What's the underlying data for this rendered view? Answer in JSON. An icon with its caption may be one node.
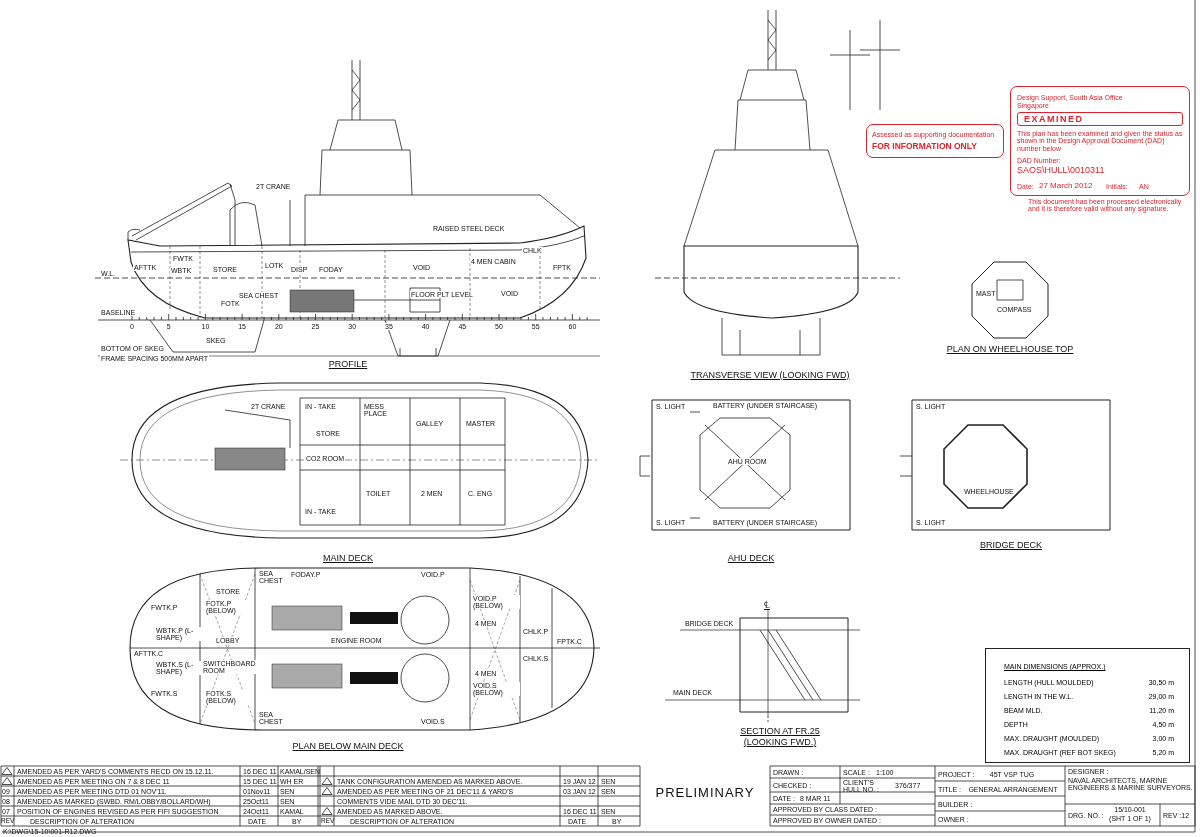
{
  "diagram": {
    "nodes": [
      {
        "text": [
          "Assessed as supporting documentation",
          "FOR INFORMATION ONLY"
        ]
      },
      {
        "text": [
          "Design Support, South Asia Office",
          "Singapore",
          "This plan has been examined and given the status as shown in the Design Approval Document (DAD) number below",
          "DAD Number:",
          "SAOS\\HULL\\0010311",
          "Date:",
          "27 March 2012",
          "Initials:",
          "AN"
        ],
        "beside": [
          "This document has been processed electronically and it is therefore valid without any signature."
        ]
      },
      {
        "text": [
          "EXAMINED"
        ],
        "in": 1
      },
      {
        "text": [
          "MAIN DIMENSIONS (APPROX.)",
          "LENGTH (HULL MOULDED)",
          "30,50 m",
          "LENGTH IN THE W.L.",
          "29,00 m",
          "BEAM MLD.",
          "11,20 m",
          "DEPTH",
          "4,50 m",
          "MAX. DRAUGHT (MOULDED)",
          "3,00 m",
          "MAX. DRAUGHT (REF BOT SKEG)",
          "5,20 m"
        ]
      }
    ],
    "labels": [
      "2T CRANE",
      "RAISED STEEL DECK",
      "AFTTK",
      "FWTK",
      "WBTK",
      "STORE",
      "LOTK",
      "DISP",
      "FODAY",
      "VOID",
      "4 MEN CABIN",
      "CHLK",
      "FPTK",
      "W.L.",
      "FOTK",
      "SEA CHEST",
      "FLOOR PLT LEVEL",
      "VOID",
      "BASELINE",
      "0",
      "5",
      "10",
      "15",
      "20",
      "25",
      "30",
      "35",
      "40",
      "45",
      "50",
      "55",
      "60",
      "SKEG",
      "BOTTOM OF SKEG",
      "FRAME SPACING 500MM APART",
      "PROFILE",
      "2T CRANE",
      "IN - TAKE",
      "MESS PLACE",
      "GALLEY",
      "MASTER",
      "STORE",
      "CO2 ROOM",
      "TOILET",
      "2 MEN",
      "C. ENG",
      "IN - TAKE",
      "MAIN DECK",
      "SEA CHEST",
      "FODAY.P",
      "VOID.P",
      "FWTK.P",
      "STORE",
      "FOTK.P (BELOW)",
      "AFTTK.C",
      "WBTK.P (L-SHAPE)",
      "WBTK.S (L-SHAPE)",
      "LOBBY",
      "SWITCHBOARD ROOM",
      "FWTK.S",
      "FOTK.S (BELOW)",
      "ENGINE ROOM",
      "VOID.P (BELOW)",
      "4 MEN",
      "CHLK.P",
      "CHLK.S",
      "FPTK.C",
      "4 MEN",
      "VOID.S (BELOW)",
      "SEA CHEST",
      "VOID.S",
      "PLAN BELOW MAIN DECK",
      "TRANSVERSE VIEW (LOOKING FWD)",
      "MAST",
      "COMPASS",
      "PLAN ON WHEELHOUSE TOP",
      "S. LIGHT",
      "BATTERY (UNDER STAIRCASE)",
      "AHU ROOM",
      "S. LIGHT",
      "BATTERY (UNDER STAIRCASE)",
      "AHU DECK",
      "S. LIGHT",
      "WHEELHOUSE",
      "S. LIGHT",
      "BRIDGE DECK",
      "℄",
      "BRIDGE DECK",
      "MAIN DECK",
      "SECTION AT FR.25",
      "(LOOKING FWD.)",
      "PRELIMINARY",
      "AMENDED AS PER YARD'S COMMENTS RECD ON 15.12.11.",
      "16 DEC 11",
      "KAMAL/SEN",
      "AMENDED AS PER MEETING ON 7 & 8 DEC 11",
      "15 DEC 11",
      "WH ER",
      "09",
      "AMENDED AS PER MEETING DTD 01 NOV'11.",
      "01Nov11",
      "SEN",
      "08",
      "AMENDED AS MARKED (SWBD. RM/LOBBY/BOLLARD/WH)",
      "25Oct11",
      "SEN",
      "07",
      "POSITION OF ENGINES REVISED AS PER FIFI SUGGESTION",
      "24Oct11",
      "KAMAL",
      "REV",
      "DESCRIPTION OF ALTERATION",
      "DATE",
      "BY",
      "TANK CONFIGURATION AMENDED AS MARKED ABOVE.",
      "19 JAN 12",
      "SEN",
      "AMENDED AS PER MEETING OF 21 DEC'11 & YARD'S",
      "03 JAN 12",
      "SEN",
      "COMMENTS VIDE MAIL DTD 30 DEC'11.",
      "AMENDED AS MARKED ABOVE.",
      "16 DEC 11",
      "SEN",
      "REV",
      "DESCRIPTION OF ALTERATION",
      "DATE",
      "BY",
      "K:\\DWG\\15-10\\001-R12.DWG",
      "DRAWN :",
      "SCALE :",
      "1:100",
      "CHECKED :",
      "CLIENT'S HULL NO. :",
      "376/377",
      "DATE :",
      "8 MAR 11",
      "APPROVED BY CLASS DATED :",
      "APPROVED BY OWNER DATED :",
      "PROJECT :",
      "45T VSP TUG",
      "TITLE :",
      "GENERAL ARRANGEMENT",
      "BUILDER :",
      "OWNER :",
      "DESIGNER :",
      "NAVAL ARCHITECTS, MARINE ENGINEERS & MARINE SURVEYORS.",
      "DRG. NO. :",
      "15/10-001",
      "(SHT 1 OF 1)",
      "REV :12"
    ]
  }
}
